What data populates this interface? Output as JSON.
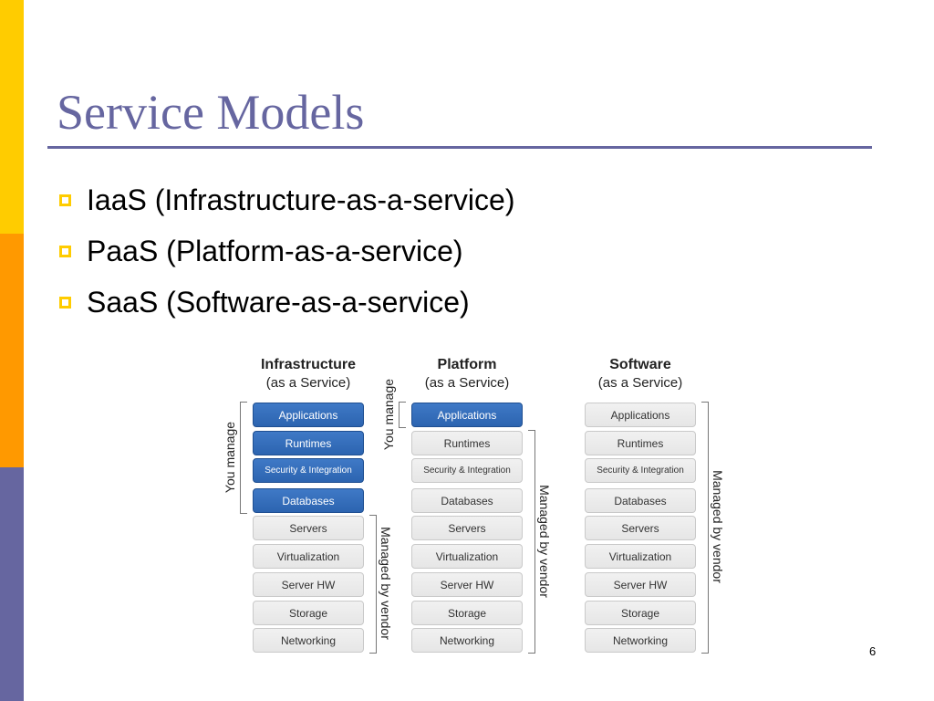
{
  "colors": {
    "strip_top": "#FFCC00",
    "strip_middle": "#FF9900",
    "strip_bottom": "#6666A0",
    "title": "#6666A0",
    "rule": "#6666A0",
    "bullet": "#FFCC00",
    "managed_box": "#2C64B0",
    "vendor_box": "#E6E6E6"
  },
  "slide": {
    "title": "Service Models",
    "bullets": [
      "IaaS (Infrastructure-as-a-service)",
      "PaaS (Platform-as-a-service)",
      "SaaS (Software-as-a-service)"
    ],
    "page_number": "6"
  },
  "diagram": {
    "columns": [
      {
        "name": "Infrastructure",
        "subtitle": "(as a Service)",
        "layers": [
          "Applications",
          "Runtimes",
          "Security & Integration",
          "Databases",
          "Servers",
          "Virtualization",
          "Server HW",
          "Storage",
          "Networking"
        ],
        "you_manage_count": 4,
        "you_manage_label": "You manage",
        "vendor_label": "Managed by vendor"
      },
      {
        "name": "Platform",
        "subtitle": "(as a Service)",
        "layers": [
          "Applications",
          "Runtimes",
          "Security & Integration",
          "Databases",
          "Servers",
          "Virtualization",
          "Server HW",
          "Storage",
          "Networking"
        ],
        "you_manage_count": 1,
        "you_manage_label": "You manage",
        "vendor_label": "Managed by vendor"
      },
      {
        "name": "Software",
        "subtitle": "(as a Service)",
        "layers": [
          "Applications",
          "Runtimes",
          "Security & Integration",
          "Databases",
          "Servers",
          "Virtualization",
          "Server HW",
          "Storage",
          "Networking"
        ],
        "you_manage_count": 0,
        "you_manage_label": "",
        "vendor_label": "Managed by vendor"
      }
    ]
  }
}
